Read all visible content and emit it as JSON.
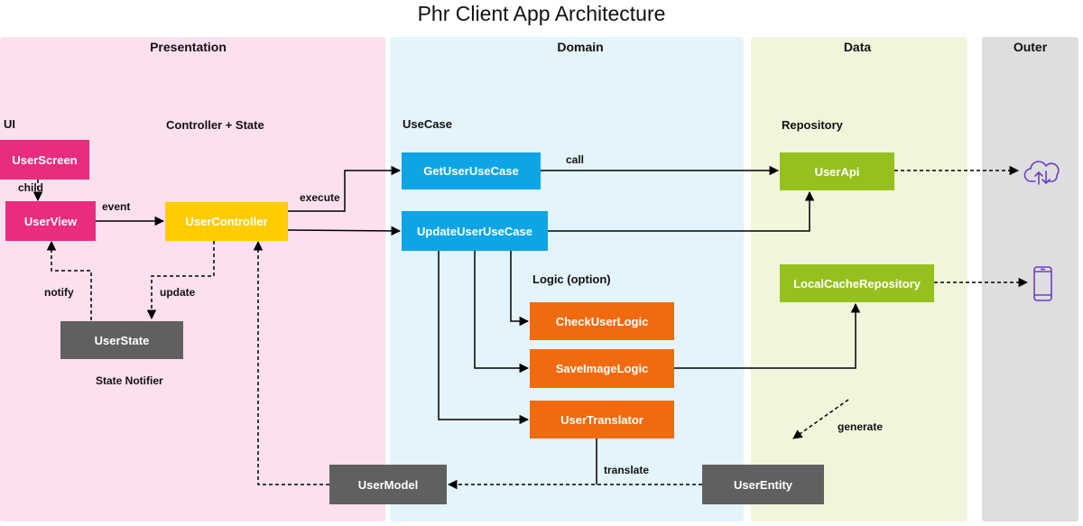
{
  "title": "Phr Client App Architecture",
  "layers": {
    "presentation": "Presentation",
    "domain": "Domain",
    "data": "Data",
    "outer": "Outer"
  },
  "colors": {
    "presentation_bg": "#fde0ee",
    "domain_bg": "#e3f4fc",
    "data_bg": "#eff6dc",
    "outer_bg": "#dedede",
    "ui_box": "#e92c7e",
    "controller_box": "#ffcc00",
    "state_box": "#606060",
    "usecase_box": "#0ea5e6",
    "logic_box": "#f26a0f",
    "data_box": "#95c11f",
    "icon": "#6b3fc7"
  },
  "sections": {
    "ui": "UI",
    "controller_state": "Controller + State",
    "usecase": "UseCase",
    "logic": "Logic (option)",
    "repository": "Repository",
    "state_notifier": "State Notifier"
  },
  "nodes": {
    "user_screen": "UserScreen",
    "user_view": "UserView",
    "user_controller": "UserController",
    "user_state": "UserState",
    "get_user_usecase": "GetUserUseCase",
    "update_user_usecase": "UpdateUserUseCase",
    "check_user_logic": "CheckUserLogic",
    "save_image_logic": "SaveImageLogic",
    "user_translator": "UserTranslator",
    "user_api": "UserApi",
    "local_cache_repository": "LocalCacheRepository",
    "user_model": "UserModel",
    "user_entity": "UserEntity"
  },
  "edges": {
    "child": "child",
    "event": "event",
    "notify": "notify",
    "update": "update",
    "execute": "execute",
    "call": "call",
    "generate": "generate",
    "translate": "translate"
  },
  "icons": {
    "cloud": "cloud-sync-icon",
    "phone": "smartphone-icon"
  }
}
